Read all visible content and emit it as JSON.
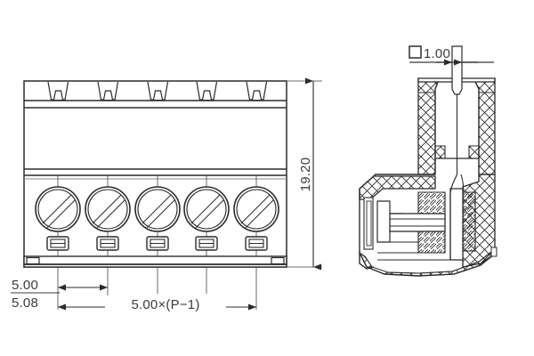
{
  "drawing": {
    "title": "Terminal block connector engineering drawing",
    "background_color": "#ffffff",
    "line_color": "#2b2b2b",
    "thin_line_color": "#8a8a8a",
    "text_color": "#3b3b3b"
  },
  "front_view": {
    "name": "front-view",
    "pole_count": 5,
    "screw_count": 5,
    "notch_count": 5,
    "solder_tab_count": 5
  },
  "section_view": {
    "name": "cross-section-view",
    "description": "side cross section with hatching"
  },
  "dimensions": {
    "height": {
      "label": "19.20",
      "orientation": "vertical",
      "name": "height-dimension"
    },
    "pitch_primary": {
      "label": "5.00",
      "name": "pitch-dimension-primary"
    },
    "pitch_secondary": {
      "label": "5.08",
      "name": "pitch-dimension-secondary"
    },
    "overall_span": {
      "label": "5.00×(P−1)",
      "name": "overall-span-dimension"
    },
    "pin_size": {
      "symbol": "□",
      "label": "1.00",
      "name": "pin-size-dimension"
    }
  }
}
